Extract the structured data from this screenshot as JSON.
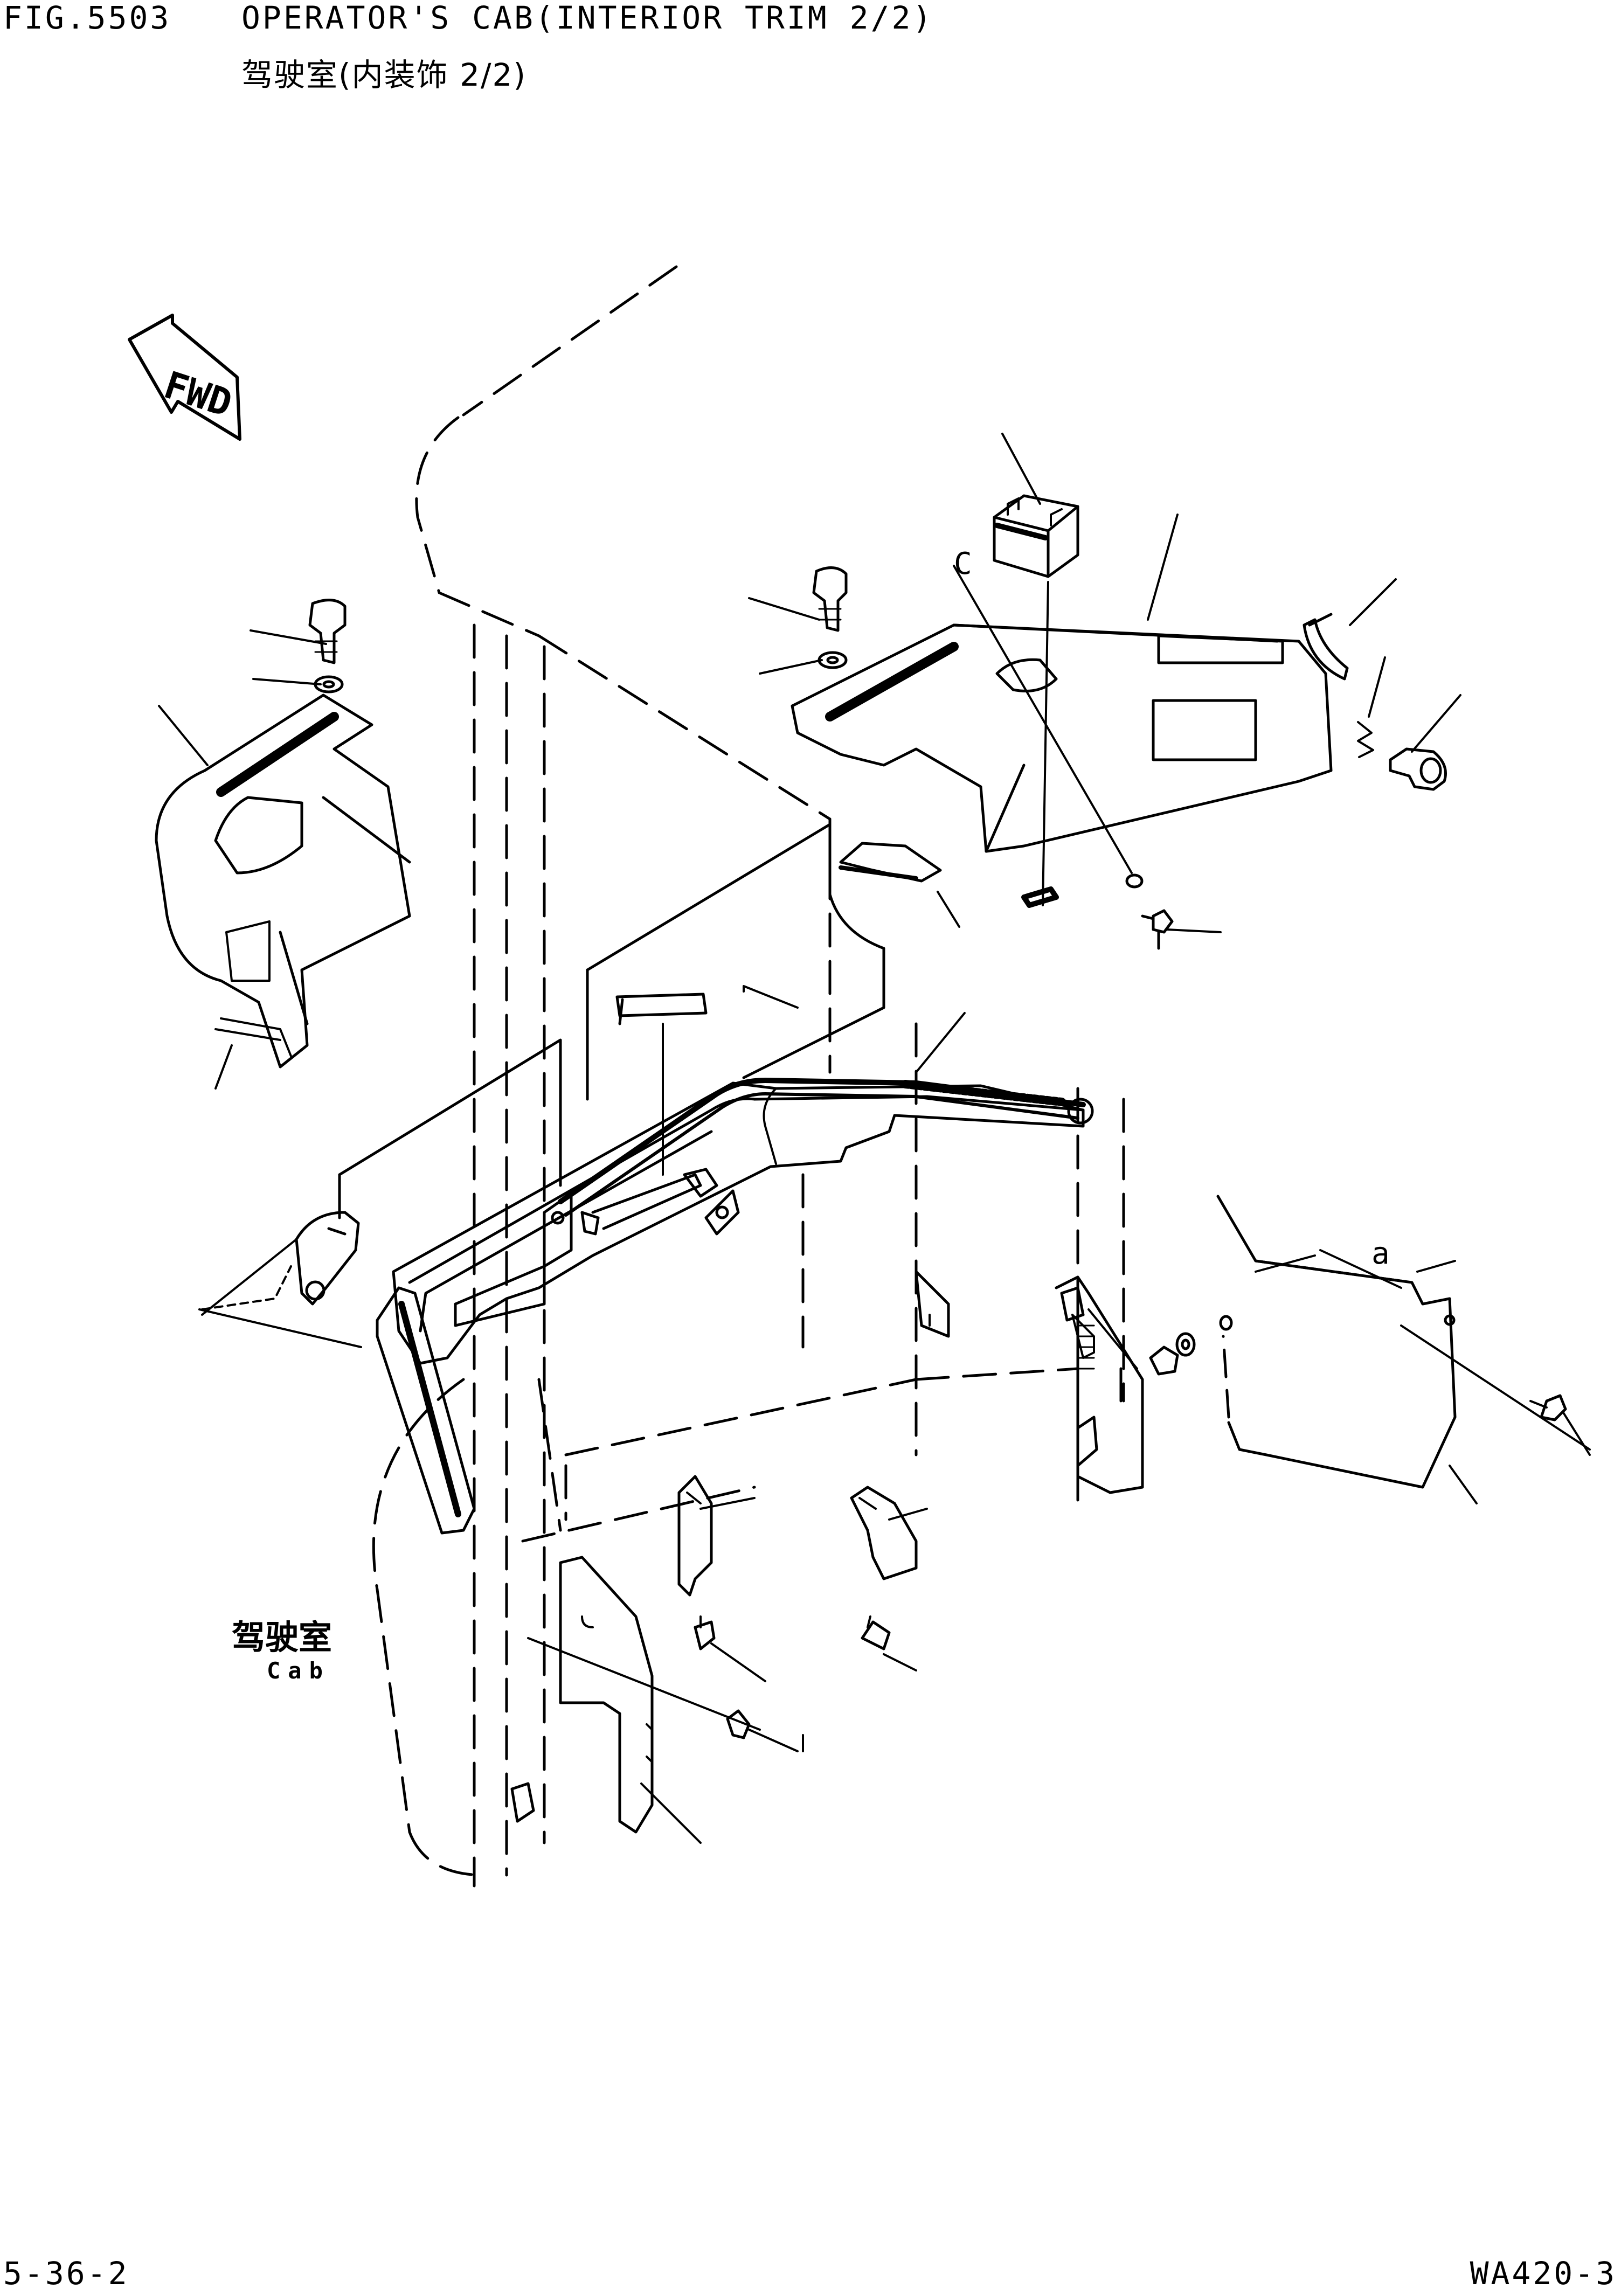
{
  "header": {
    "figure_number": "FIG.5503",
    "title_en": "OPERATOR'S CAB(INTERIOR TRIM 2/2)",
    "title_cn": "驾驶室(内装饰 2/2)"
  },
  "drawing": {
    "direction_label": "FWD",
    "cab_label_cn": "驾驶室",
    "cab_label_en": "Cab",
    "callout_c": "C",
    "callout_a": "a"
  },
  "footer": {
    "page_number": "5-36-2",
    "model": "WA420-3"
  },
  "colors": {
    "ink": "#000000",
    "paper": "#ffffff"
  }
}
